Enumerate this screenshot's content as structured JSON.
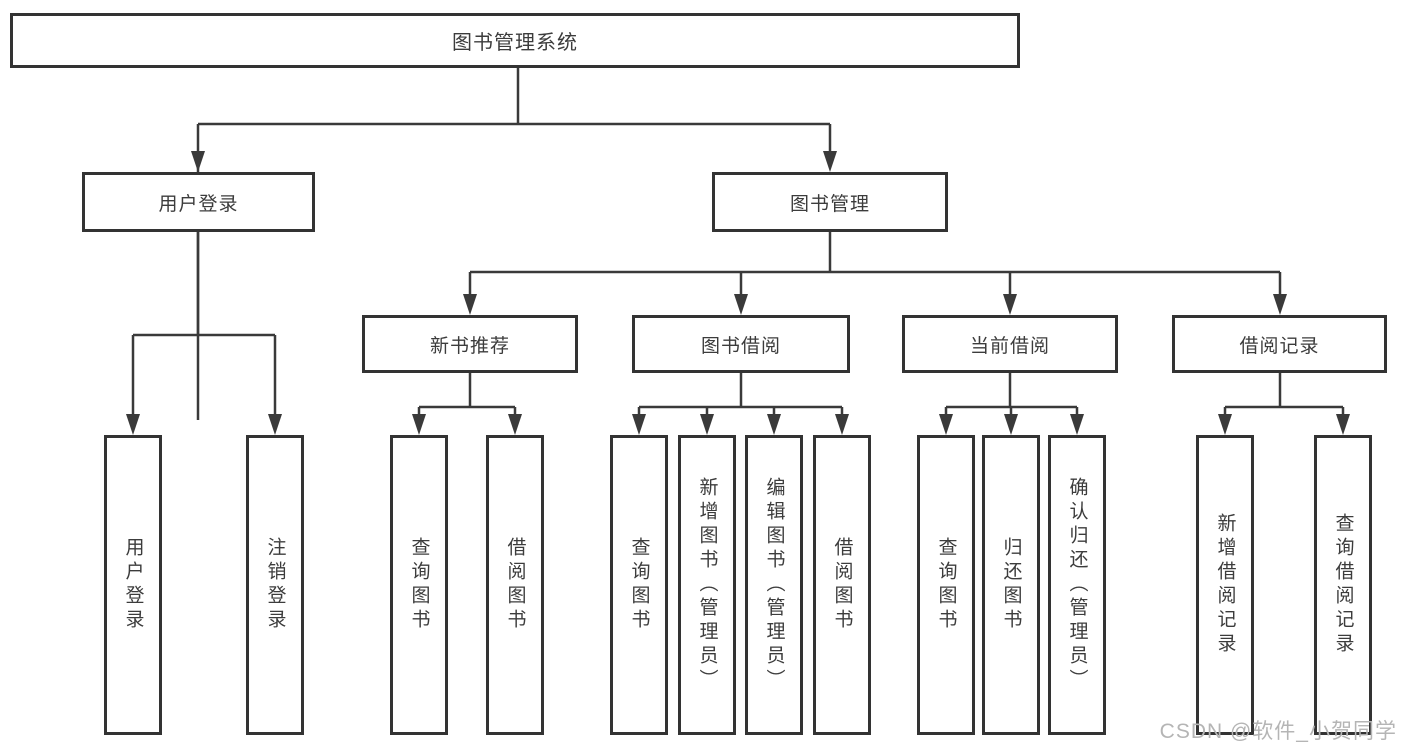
{
  "diagram": {
    "root": "图书管理系统",
    "level2": {
      "user_login": "用户登录",
      "book_mgmt": "图书管理"
    },
    "level3": {
      "new_book_rec": "新书推荐",
      "book_borrow": "图书借阅",
      "current_borrow": "当前借阅",
      "borrow_record": "借阅记录"
    },
    "leaves": {
      "user_login": "用户登录",
      "logout": "注销登录",
      "nb_query_book": "查询图书",
      "nb_borrow_book": "借阅图书",
      "bb_query_book": "查询图书",
      "bb_add_book_admin": "新增图书（管理员）",
      "bb_edit_book_admin": "编辑图书（管理员）",
      "bb_borrow_book": "借阅图书",
      "cb_query_book": "查询图书",
      "cb_return_book": "归还图书",
      "cb_confirm_return_admin": "确认归还（管理员）",
      "br_add_record": "新增借阅记录",
      "br_query_record": "查询借阅记录"
    }
  },
  "watermark": "CSDN @软件_小贺同学",
  "colors": {
    "line": "#3a3a3a",
    "border": "#333333",
    "text": "#3c3c3c",
    "watermark": "#b5b5b5",
    "background": "#ffffff"
  }
}
